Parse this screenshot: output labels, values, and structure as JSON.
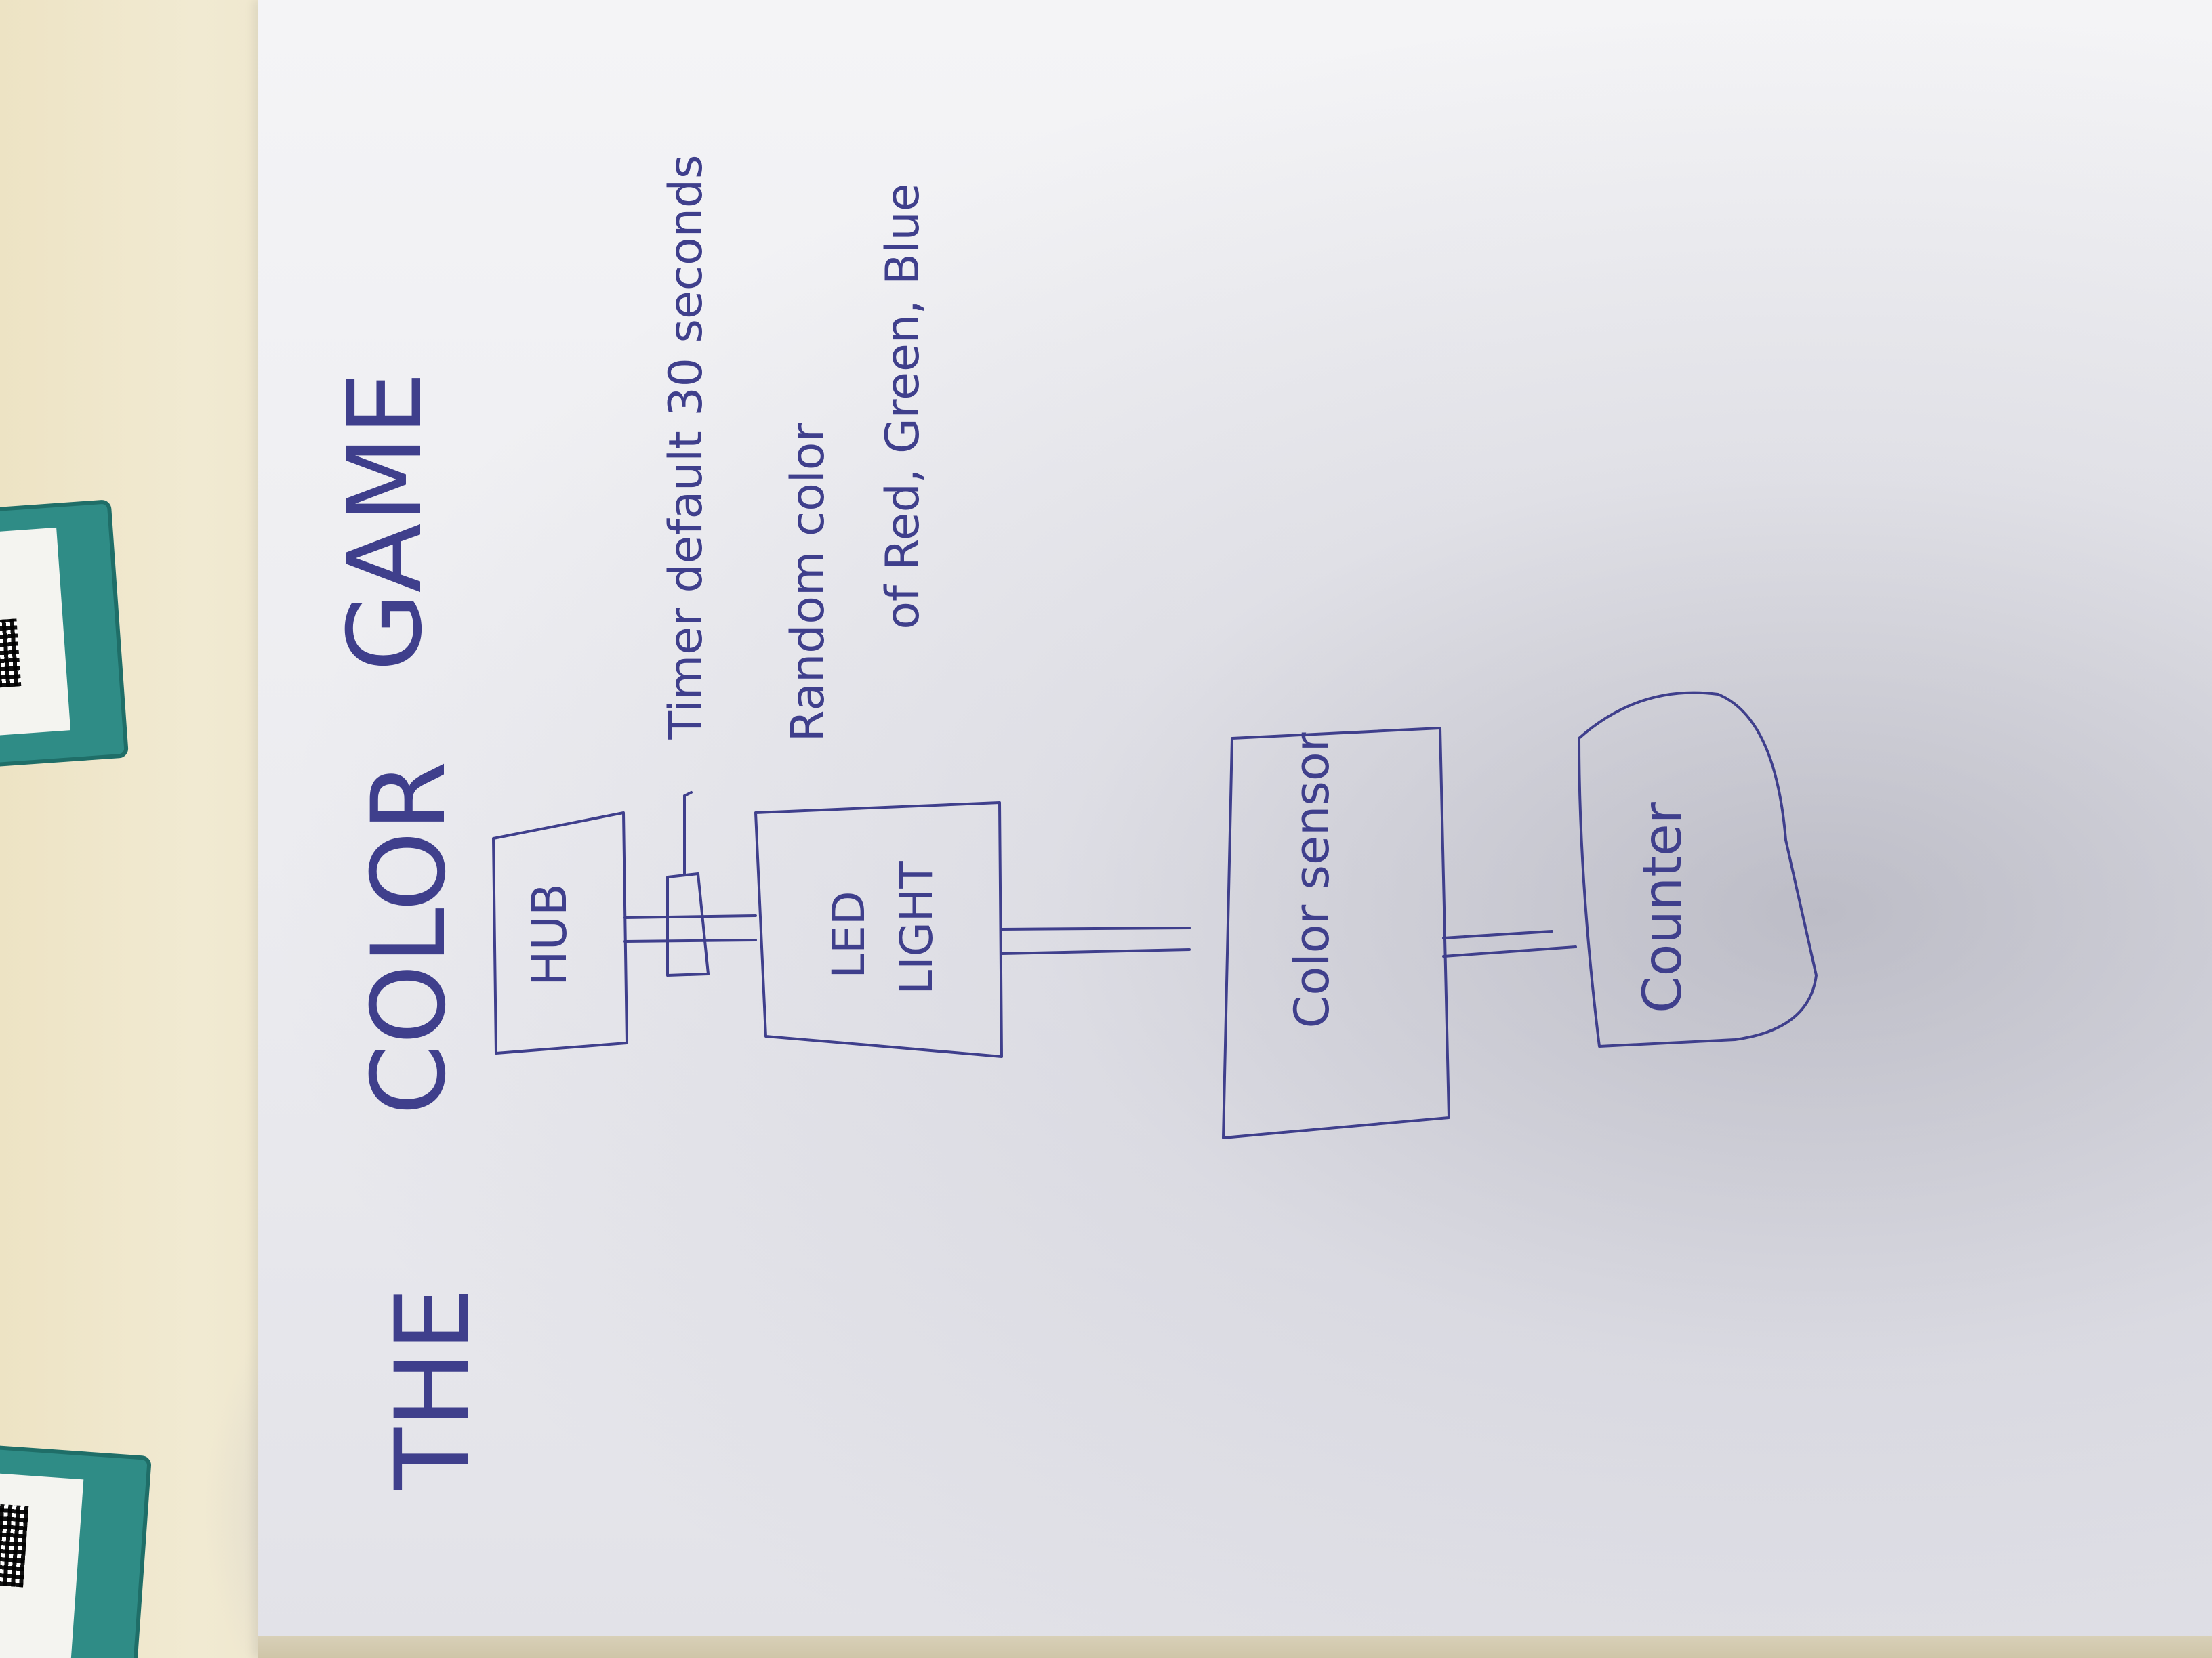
{
  "diagram": {
    "title_words": [
      "THE",
      "COLOR",
      "GAME"
    ],
    "blocks": {
      "hub": "HUB",
      "led_light": [
        "LED",
        "LIGHT"
      ],
      "color_sensor": "Color sensor",
      "counter": "Counter"
    },
    "notes": {
      "timer": "Timer default 30 seconds",
      "random_color_line1": "Random color",
      "random_color_line2": "of Red, Green, Blue"
    }
  },
  "colors": {
    "ink": "#3f3f8c",
    "paper": "#efeff3",
    "desk": "#efe6c9",
    "board": "#2f8c86"
  }
}
